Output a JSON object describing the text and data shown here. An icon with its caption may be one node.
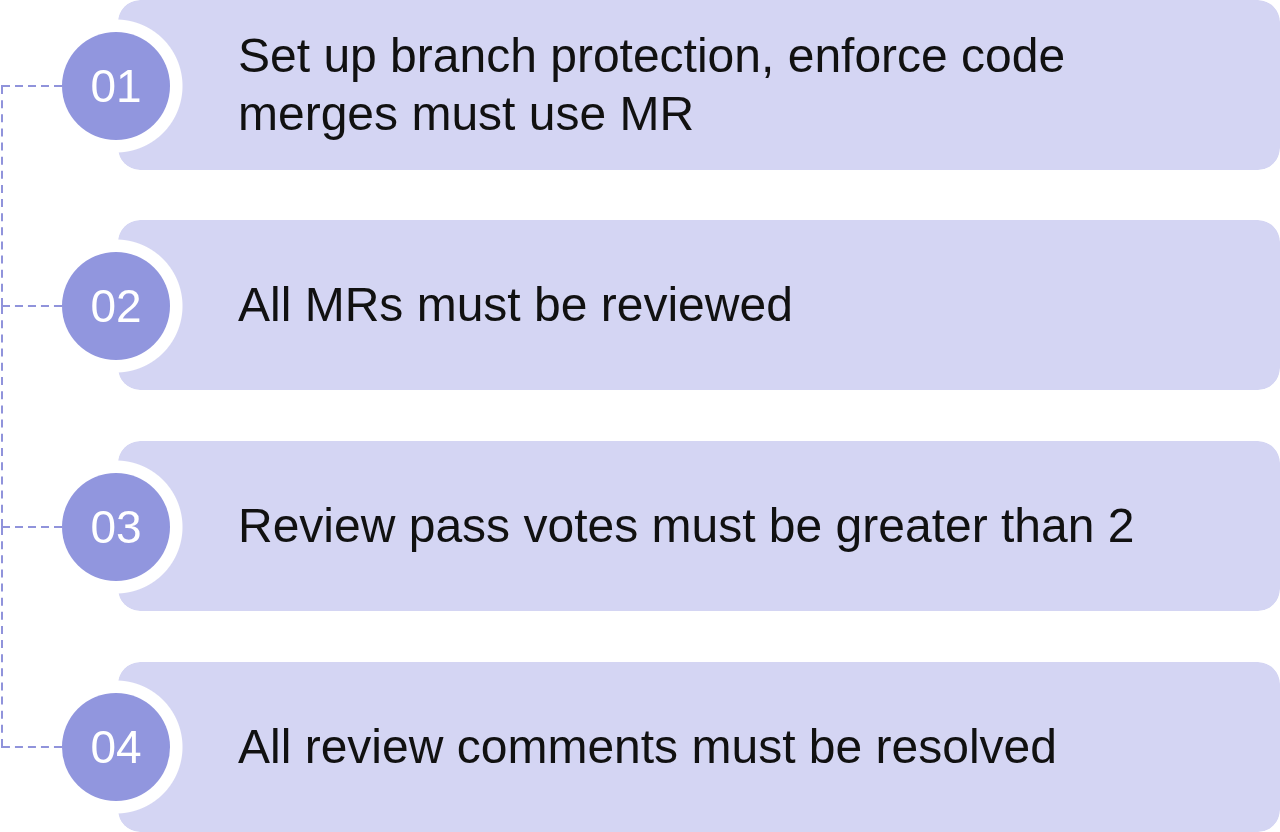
{
  "diagram": {
    "nodes": [
      {
        "text": [
          "01"
        ]
      },
      {
        "text": [
          "Set up branch protection, enforce code merges must use MR"
        ]
      },
      {
        "text": [
          "02"
        ]
      },
      {
        "text": [
          "All MRs must be reviewed"
        ]
      },
      {
        "text": [
          "03"
        ]
      },
      {
        "text": [
          "Review pass votes must be greater than 2"
        ]
      },
      {
        "text": [
          "04"
        ]
      },
      {
        "text": [
          "All review comments must be resolved"
        ]
      }
    ],
    "edges": [
      {
        "from": 0,
        "to": 2,
        "arrow": "none",
        "style": "dashed"
      },
      {
        "from": 2,
        "to": 4,
        "arrow": "none",
        "style": "dashed"
      },
      {
        "from": 4,
        "to": 6,
        "arrow": "none",
        "style": "dashed"
      }
    ]
  }
}
